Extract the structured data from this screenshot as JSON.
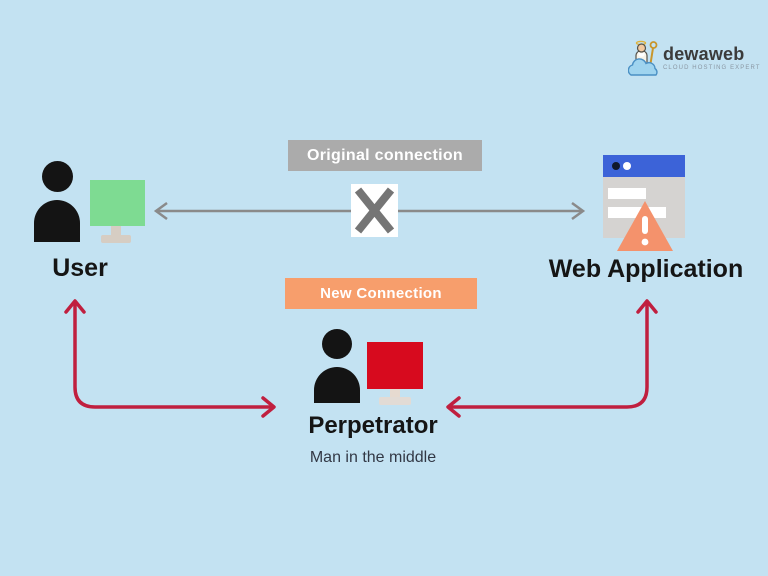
{
  "logo": {
    "brand": "dewaweb",
    "tagline": "CLOUD HOSTING EXPERT"
  },
  "labels": {
    "original_connection": "Original connection",
    "new_connection": "New Connection",
    "user": "User",
    "web_application": "Web Application",
    "perpetrator": "Perpetrator",
    "man_in_the_middle": "Man in the middle"
  },
  "icons": {
    "dewaweb_mascot_icon": "mascot character on blue cloud",
    "user_person_icon": "black person silhouette",
    "user_monitor_icon": "green computer monitor",
    "browser_window_icon": "web browser window with blue title bar and two dots",
    "warning_triangle_icon": "orange warning triangle with white exclamation mark",
    "blocked_x_icon": "gray X on white box blocking the original connection",
    "perpetrator_person_icon": "black person silhouette",
    "perpetrator_monitor_icon": "red computer monitor",
    "original_connection_arrow": "gray double-headed horizontal arrow",
    "user_perpetrator_arrow": "red double-headed elbow arrow between User and Perpetrator",
    "perpetrator_webapp_arrow": "red double-headed elbow arrow between Perpetrator and Web Application"
  },
  "colors": {
    "background": "#c3e2f2",
    "original_label_bg": "#ababab",
    "new_label_bg": "#f79e6c",
    "gray_arrow": "#8a8a8a",
    "red_arrow": "#c01f3f",
    "blocked_x": "#757575",
    "user_monitor": "#7edb92",
    "perpetrator_monitor": "#d70a1e",
    "browser_header": "#3c63d8",
    "browser_body": "#d5d3d1",
    "warning_triangle": "#f4926c",
    "icon_black": "#141414",
    "label_text": "#ffffff"
  }
}
